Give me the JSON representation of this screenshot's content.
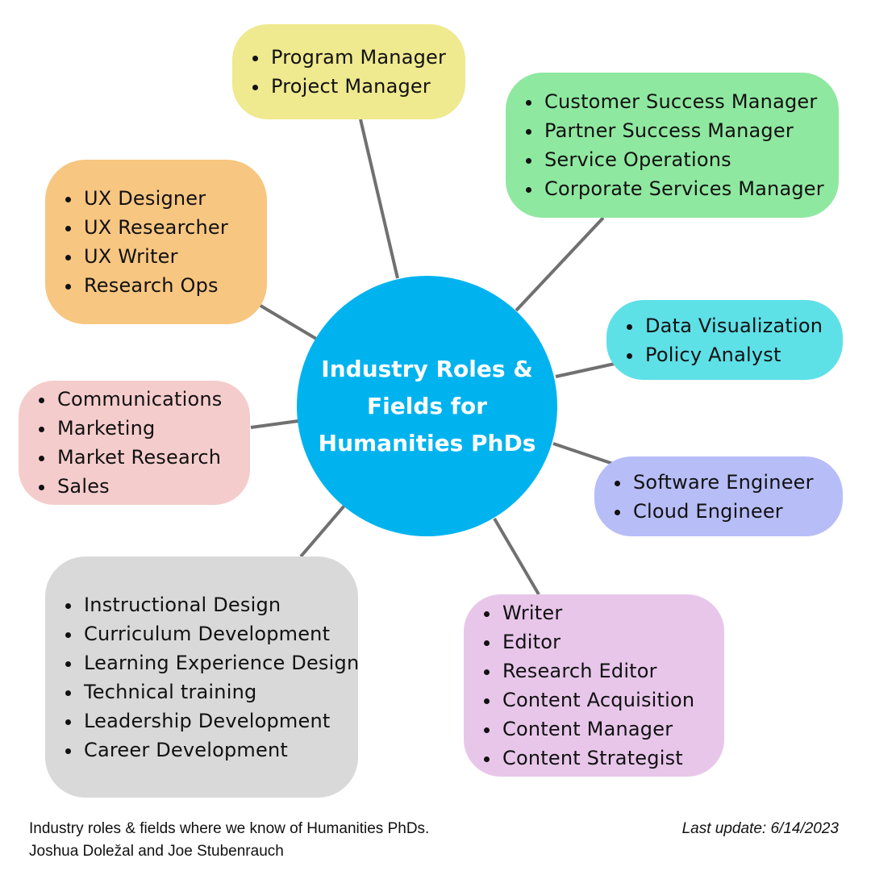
{
  "center_title": "Industry Roles & Fields for Humanities PhDs",
  "colors": {
    "center": "#00b3ee",
    "program": "#efe98f",
    "customer": "#8fe8a0",
    "ux": "#f7c681",
    "data": "#5ee0e7",
    "communications": "#f5cccc",
    "software": "#b7bdf7",
    "instructional": "#d9d9d9",
    "writer": "#e8c6ea",
    "connector": "#707070"
  },
  "groups": {
    "program": {
      "items": [
        "Program Manager",
        "Project Manager"
      ]
    },
    "customer": {
      "items": [
        "Customer Success Manager",
        "Partner Success Manager",
        "Service Operations",
        "Corporate Services Manager"
      ]
    },
    "ux": {
      "items": [
        "UX Designer",
        "UX Researcher",
        "UX Writer",
        "Research Ops"
      ]
    },
    "data": {
      "items": [
        "Data Visualization",
        "Policy Analyst"
      ]
    },
    "communications": {
      "items": [
        "Communications",
        "Marketing",
        "Market Research",
        "Sales"
      ]
    },
    "software": {
      "items": [
        "Software Engineer",
        "Cloud Engineer"
      ]
    },
    "instructional": {
      "items": [
        "Instructional Design",
        "Curriculum Development",
        "Learning Experience Design",
        "Technical training",
        "Leadership Development",
        "Career Development"
      ]
    },
    "writer": {
      "items": [
        "Writer",
        "Editor",
        "Research Editor",
        "Content Acquisition",
        "Content Manager",
        "Content Strategist"
      ]
    }
  },
  "footer": {
    "line1": "Industry roles & fields where we know of Humanities PhDs.",
    "line2": "Joshua Doležal and Joe Stubenrauch",
    "last_update": "Last update: 6/14/2023"
  }
}
